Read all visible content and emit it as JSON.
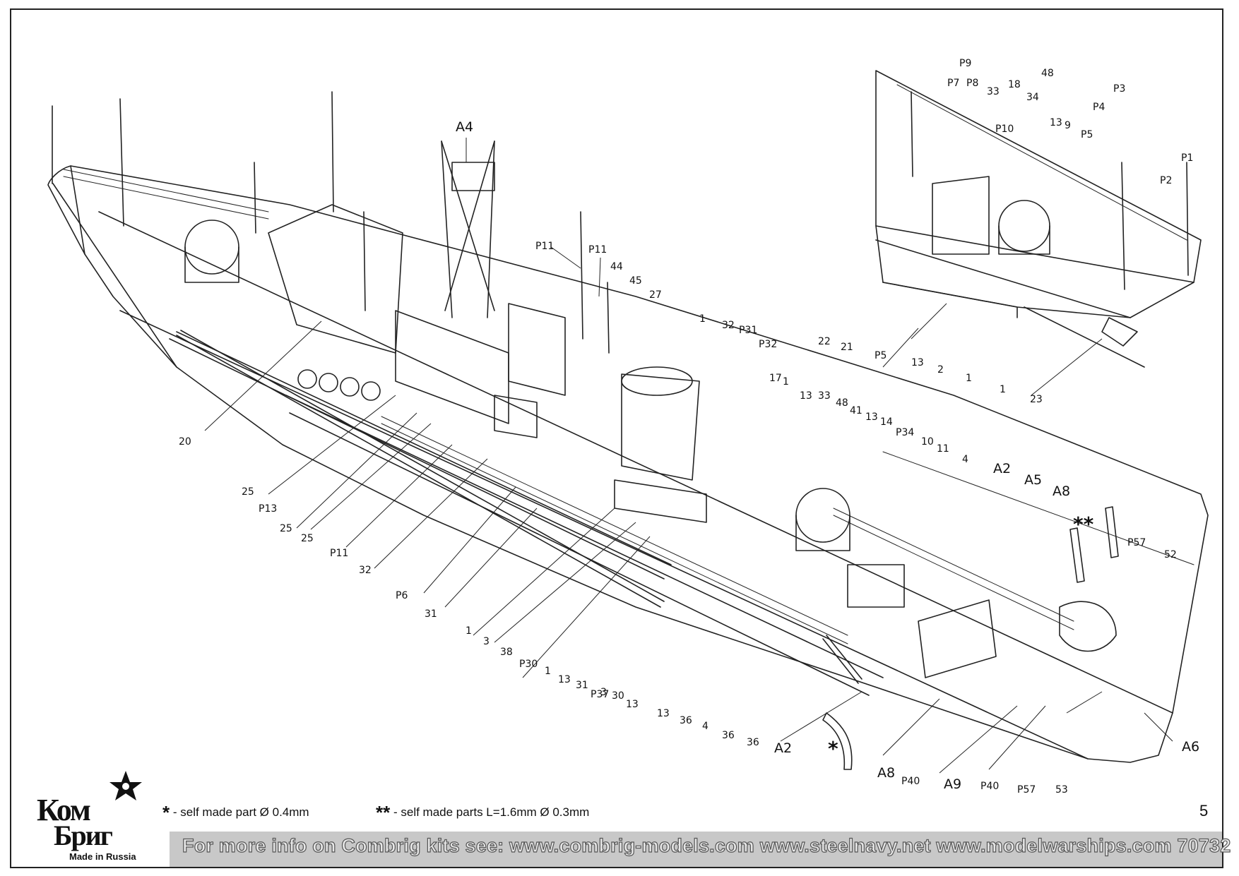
{
  "legend": {
    "single_star_symbol": "*",
    "single_star_text": "- self made part  Ø 0.4mm",
    "double_star_symbol": "**",
    "double_star_text": "- self made parts L=1.6mm  Ø 0.3mm"
  },
  "footer": {
    "text": "For more info on Combrig kits see: www.combrig-models.com www.steelnavy.net  www.modelwarships.com  70732"
  },
  "page_number": "5",
  "logo": {
    "line1": "Ком",
    "line2": "Бриг",
    "tagline": "Made in Russia"
  },
  "symbols": {
    "star_single": "*",
    "star_double": "**"
  },
  "callouts": [
    "A4",
    "P11",
    "P11",
    "44",
    "45",
    "27",
    "1",
    "32",
    "P31",
    "P32",
    "17",
    "1",
    "13",
    "33",
    "48",
    "41",
    "13",
    "14",
    "P34",
    "10",
    "11",
    "4",
    "A2",
    "A5",
    "A8",
    "P57",
    "52",
    "A6",
    "53",
    "P57",
    "P40",
    "A9",
    "P40",
    "A8",
    "A2",
    "36",
    "36",
    "4",
    "36",
    "13",
    "13",
    "30",
    "3",
    "P37",
    "31",
    "13",
    "1",
    "P30",
    "38",
    "3",
    "1",
    "31",
    "P6",
    "32",
    "P11",
    "25",
    "25",
    "P13",
    "25",
    "20",
    "P9",
    "P7",
    "P8",
    "33",
    "18",
    "48",
    "34",
    "P10",
    "13",
    "9",
    "P5",
    "P3",
    "P4",
    "P2",
    "P1",
    "22",
    "21",
    "P5",
    "13",
    "2",
    "1",
    "1",
    "23"
  ]
}
